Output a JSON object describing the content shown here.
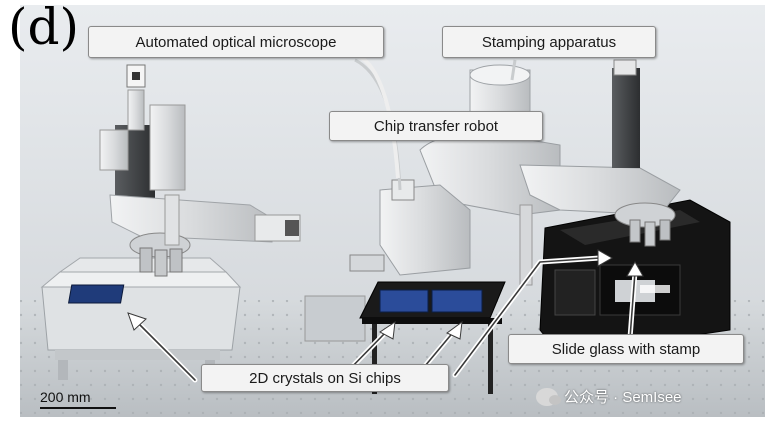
{
  "panel_letter": "(d)",
  "labels": {
    "microscope": "Automated optical microscope",
    "stamping": "Stamping apparatus",
    "robot": "Chip transfer robot",
    "crystals": "2D crystals on Si chips",
    "slide_glass": "Slide glass with stamp"
  },
  "scale_bar": "200 mm",
  "watermark": "公众号 · SemIsee"
}
